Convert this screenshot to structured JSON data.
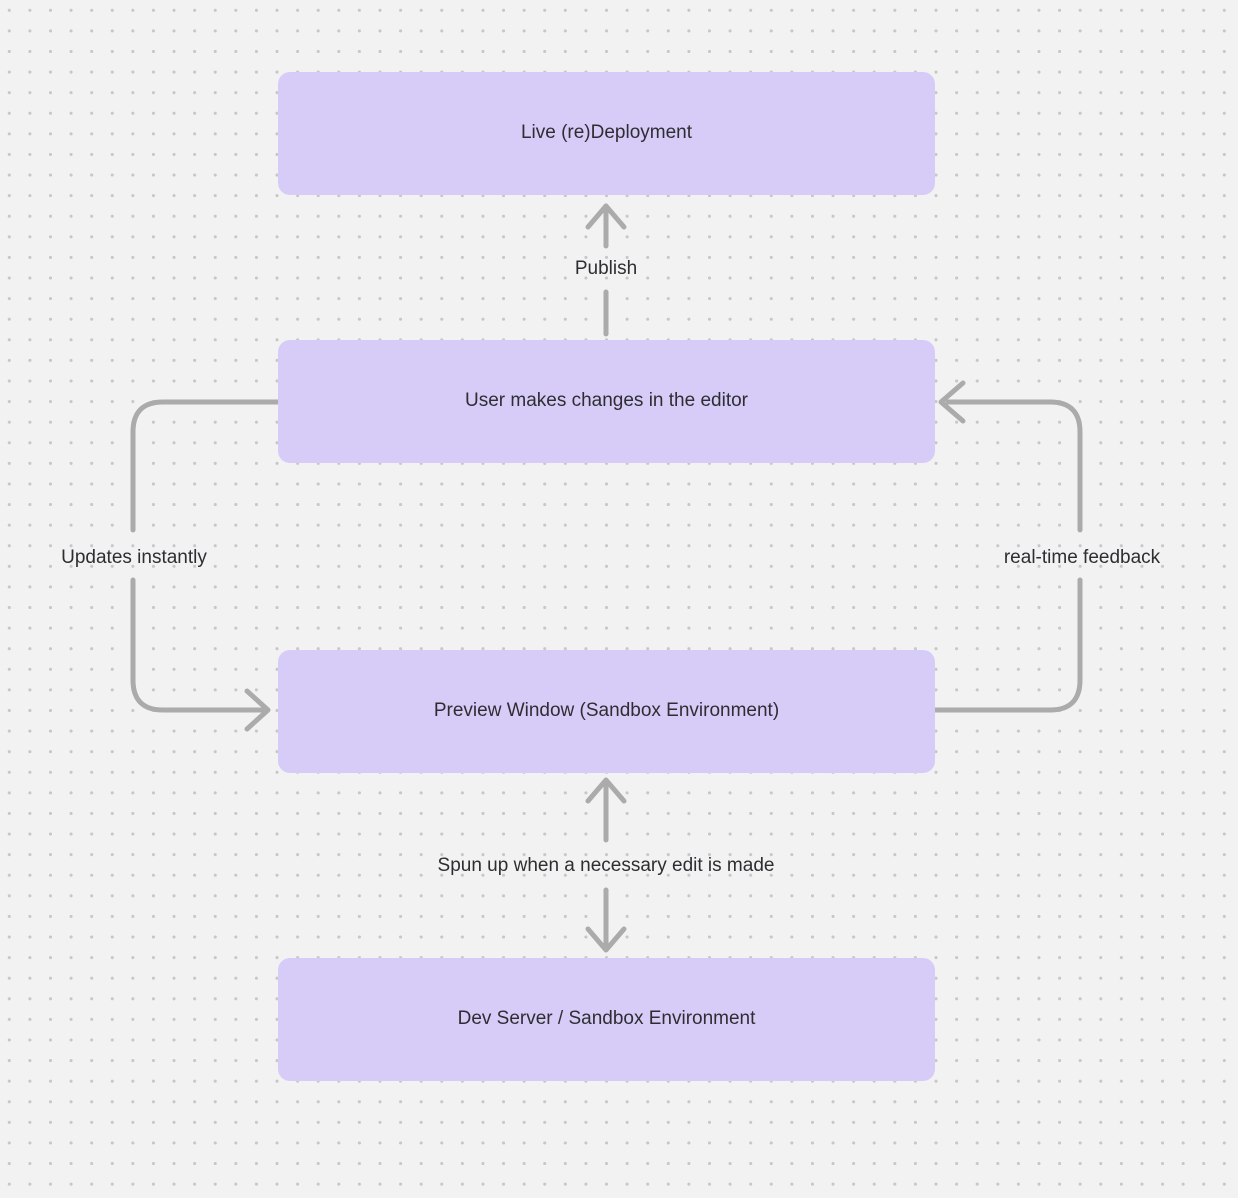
{
  "diagram": {
    "type": "flowchart",
    "background": "dotted-grid",
    "nodes": [
      {
        "id": "live-redeployment",
        "label": "Live (re)Deployment"
      },
      {
        "id": "user-editor",
        "label": "User makes changes in the editor"
      },
      {
        "id": "preview-window",
        "label": "Preview Window (Sandbox Environment)"
      },
      {
        "id": "dev-server",
        "label": "Dev Server / Sandbox Environment"
      }
    ],
    "edges": [
      {
        "label": "Publish",
        "from": "user-editor",
        "to": "live-redeployment",
        "shape": "straight-up-arrow"
      },
      {
        "label": "Updates instantly",
        "from": "user-editor",
        "to": "preview-window",
        "shape": "left-side-loop-arrow"
      },
      {
        "label": "real-time feedback",
        "from": "preview-window",
        "to": "user-editor",
        "shape": "right-side-loop-arrow"
      },
      {
        "label": "Spun up when a necessary edit is made",
        "from": "dev-server",
        "to": "preview-window",
        "shape": "vertical-bidirectional-arrows"
      }
    ]
  },
  "colors": {
    "canvas_background": "#f2f2f2",
    "grid_dot": "#c7c7c7",
    "node_fill": "#d7ccf7",
    "text": "#2e2e32",
    "arrow": "#ababab"
  }
}
